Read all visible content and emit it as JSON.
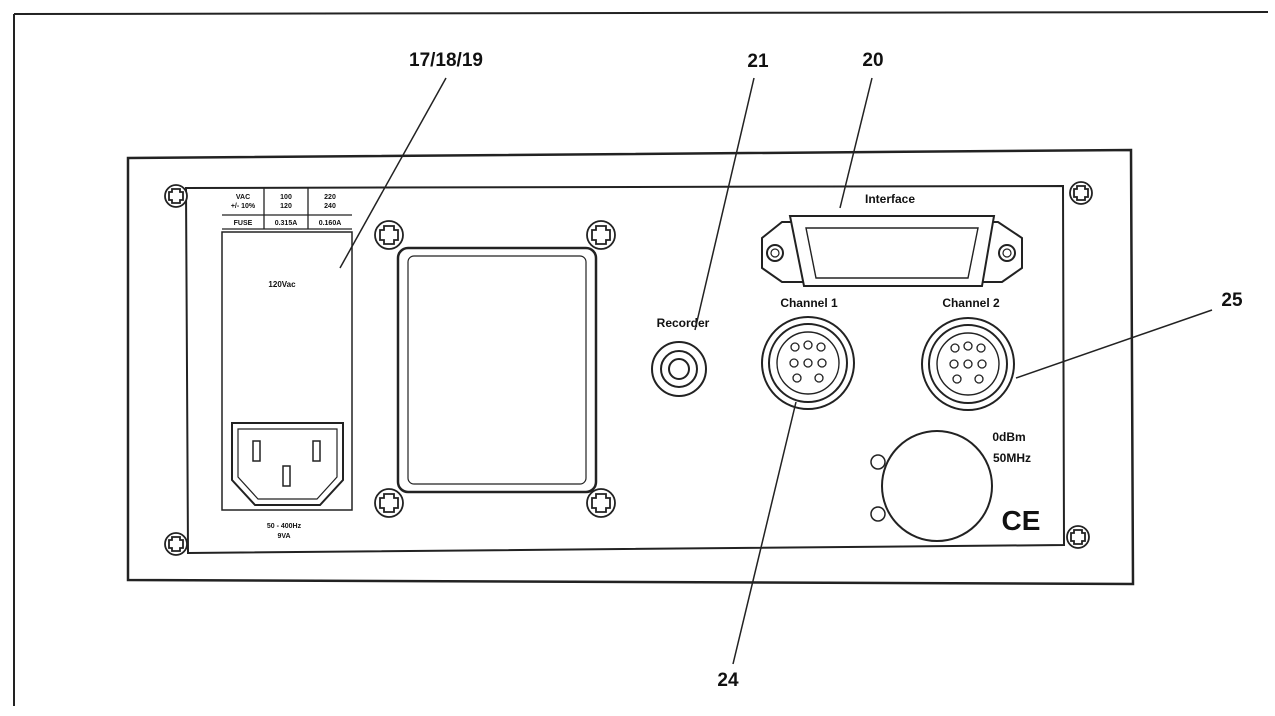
{
  "callouts": {
    "fuse_selector": "17/18/19",
    "recorder_callout": "21",
    "interface_callout": "20",
    "channel1_callout": "24",
    "channel2_callout": "25"
  },
  "panel_labels": {
    "interface": "Interface",
    "recorder": "Recorder",
    "channel1": "Channel 1",
    "channel2": "Channel 2",
    "rf_power": "0dBm",
    "rf_freq": "50MHz",
    "ce_mark": "CE"
  },
  "fuse_table": {
    "col1_line1": "VAC",
    "col1_line2": "+/- 10%",
    "col2_line1": "100",
    "col2_line2": "120",
    "col3_line1": "220",
    "col3_line2": "240",
    "row2_label": "FUSE",
    "row2_val1": "0.315A",
    "row2_val2": "0.160A"
  },
  "power": {
    "voltage_setting": "120Vac",
    "freq_rating": "50 - 400Hz",
    "power_rating": "9VA"
  }
}
